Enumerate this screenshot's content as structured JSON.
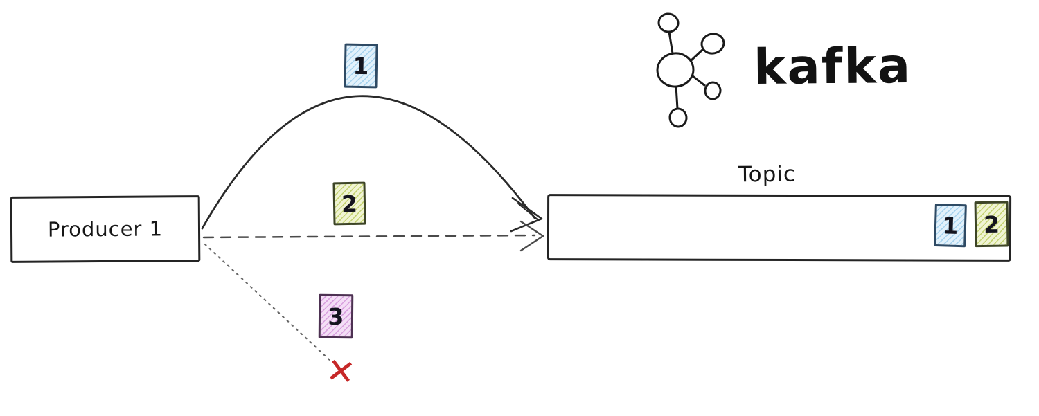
{
  "brand": {
    "label": "kafka",
    "logo_icon": "kafka-network-icon"
  },
  "producer": {
    "label": "Producer 1"
  },
  "topic": {
    "label": "Topic"
  },
  "messages": {
    "in_flight": [
      {
        "id": "1",
        "fill": "#e2f1fb",
        "hatch": "#a6d2ee"
      },
      {
        "id": "2",
        "fill": "#f0f4d3",
        "hatch": "#c4d272"
      },
      {
        "id": "3",
        "fill": "#f4def6",
        "hatch": "#d8a0de"
      }
    ],
    "delivered": [
      {
        "id": "1",
        "fill": "#e2f1fb",
        "hatch": "#a6d2ee"
      },
      {
        "id": "2",
        "fill": "#f0f4d3",
        "hatch": "#c4d272"
      }
    ]
  },
  "failure": {
    "marker": "✕",
    "color": "#c62828"
  },
  "edges": [
    {
      "from": "producer-1",
      "to": "topic",
      "style": "solid-curved",
      "message": "1"
    },
    {
      "from": "producer-1",
      "to": "topic",
      "style": "dashed",
      "message": "2"
    },
    {
      "from": "producer-1",
      "to": "failure-x",
      "style": "dotted",
      "message": "3"
    }
  ],
  "colors": {
    "ink": "#242424",
    "failure_x": "#c62828"
  }
}
